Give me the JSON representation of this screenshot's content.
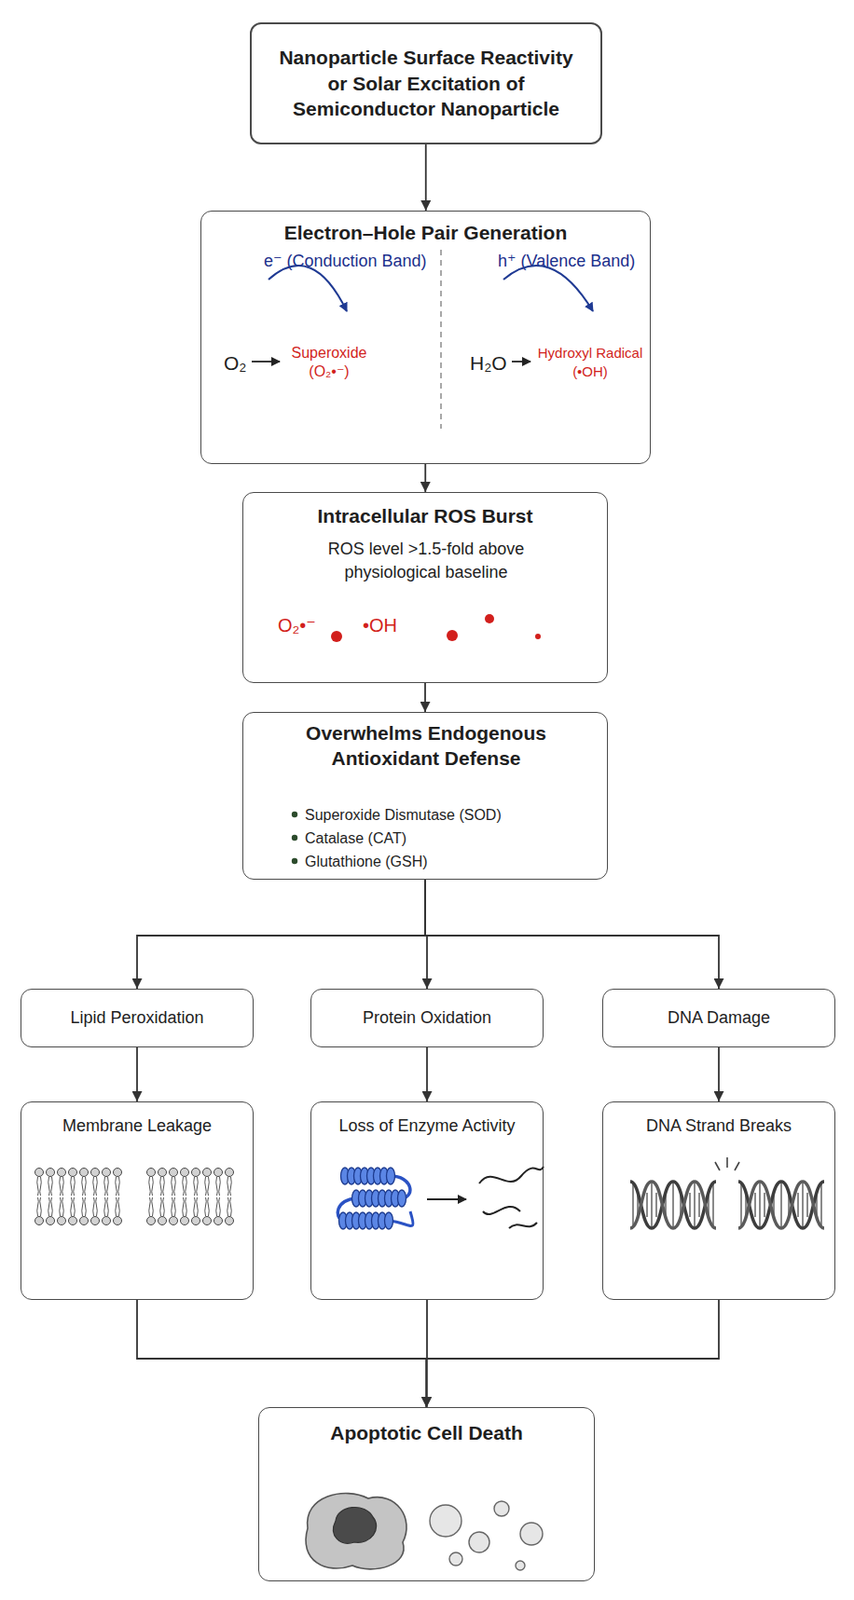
{
  "diagram": {
    "nodes": [
      {
        "text": [
          "Nanoparticle Surface Reactivity or Solar Excitation of Semiconductor Nanoparticle"
        ]
      },
      {
        "text": [
          "Electron–Hole Pair Generation",
          "e⁻ (Conduction Band)",
          "h⁺ (Valence Band)",
          "O₂",
          "Superoxide (O₂•⁻)",
          "H₂O",
          "Hydroxyl Radical (•OH)"
        ]
      },
      {
        "text": [
          "Intracellular ROS Burst",
          "ROS level >1.5-fold above physiological baseline",
          "O₂•⁻",
          "•OH"
        ]
      },
      {
        "text": [
          "Overwhelms Endogenous Antioxidant Defense",
          "Superoxide Dismutase (SOD)",
          "Catalase (CAT)",
          "Glutathione (GSH)"
        ]
      },
      {
        "text": [
          "Lipid Peroxidation"
        ]
      },
      {
        "text": [
          "Protein Oxidation"
        ]
      },
      {
        "text": [
          "DNA Damage"
        ]
      },
      {
        "text": [
          "Membrane Leakage"
        ]
      },
      {
        "text": [
          "Loss of Enzyme Activity"
        ]
      },
      {
        "text": [
          "DNA Strand Breaks"
        ]
      },
      {
        "text": [
          "Apoptotic Cell Death"
        ]
      }
    ],
    "edges": [
      {
        "from": 0,
        "to": 1,
        "arrow": "to"
      },
      {
        "from": 1,
        "to": 2,
        "arrow": "to"
      },
      {
        "from": 2,
        "to": 3,
        "arrow": "to"
      },
      {
        "from": 3,
        "to": 4,
        "arrow": "to"
      },
      {
        "from": 3,
        "to": 5,
        "arrow": "to"
      },
      {
        "from": 3,
        "to": 6,
        "arrow": "to"
      },
      {
        "from": 4,
        "to": 7,
        "arrow": "to"
      },
      {
        "from": 5,
        "to": 8,
        "arrow": "to"
      },
      {
        "from": 6,
        "to": 9,
        "arrow": "to"
      },
      {
        "from": 7,
        "to": 10,
        "arrow": "to"
      },
      {
        "from": 8,
        "to": 10,
        "arrow": "to"
      },
      {
        "from": 9,
        "to": 10,
        "arrow": "to"
      }
    ]
  }
}
